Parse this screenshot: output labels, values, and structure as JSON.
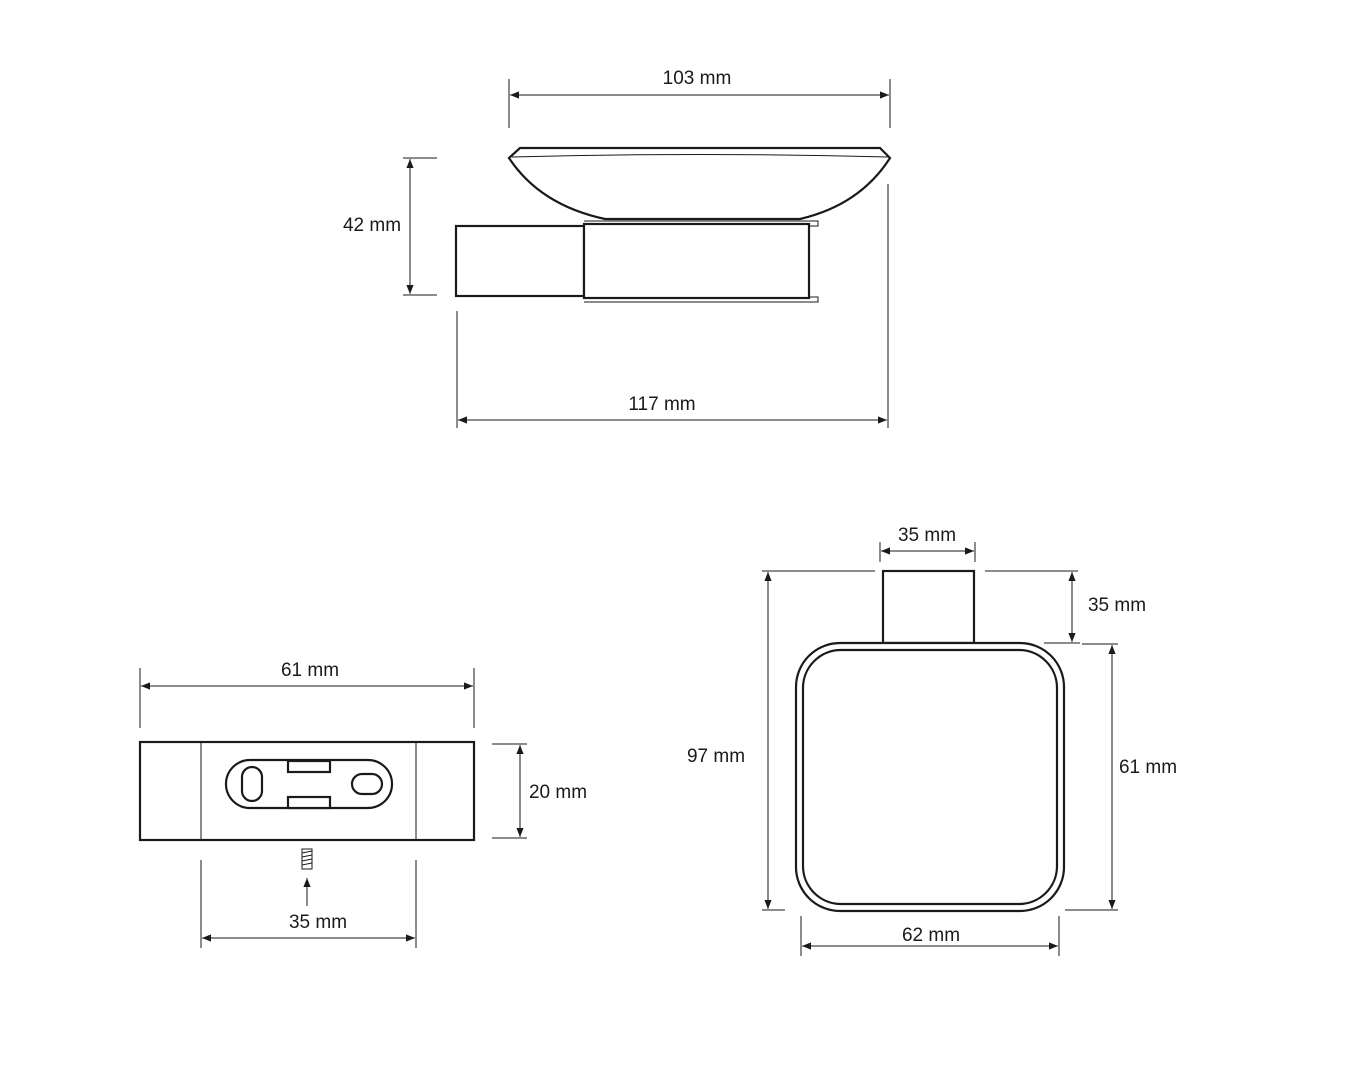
{
  "dimensions": {
    "dish_width": "103 mm",
    "dish_height": "42 mm",
    "dish_depth": "117 mm",
    "plate_width": "61 mm",
    "plate_height": "20 mm",
    "plate_hole_spacing": "35 mm",
    "top_arm_width": "35 mm",
    "top_arm_length": "35 mm",
    "top_total_depth": "97 mm",
    "top_dish_depth": "61 mm",
    "top_dish_width": "62 mm"
  }
}
